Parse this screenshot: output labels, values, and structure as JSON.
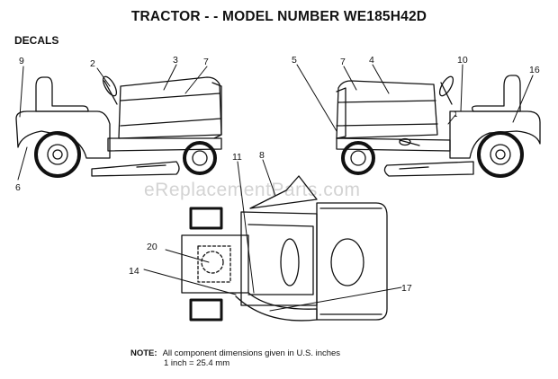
{
  "header": {
    "title": "TRACTOR - - MODEL NUMBER WE185H42D"
  },
  "section_label": "DECALS",
  "watermark": "eReplacementParts.com",
  "callouts": [
    "9",
    "2",
    "3",
    "7",
    "5",
    "7",
    "4",
    "10",
    "16",
    "1",
    "6",
    "11",
    "8",
    "20",
    "14",
    "17"
  ],
  "note": {
    "label": "NOTE:",
    "line1": "All component dimensions given in U.S. inches",
    "line2": "1 inch = 25.4 mm"
  }
}
